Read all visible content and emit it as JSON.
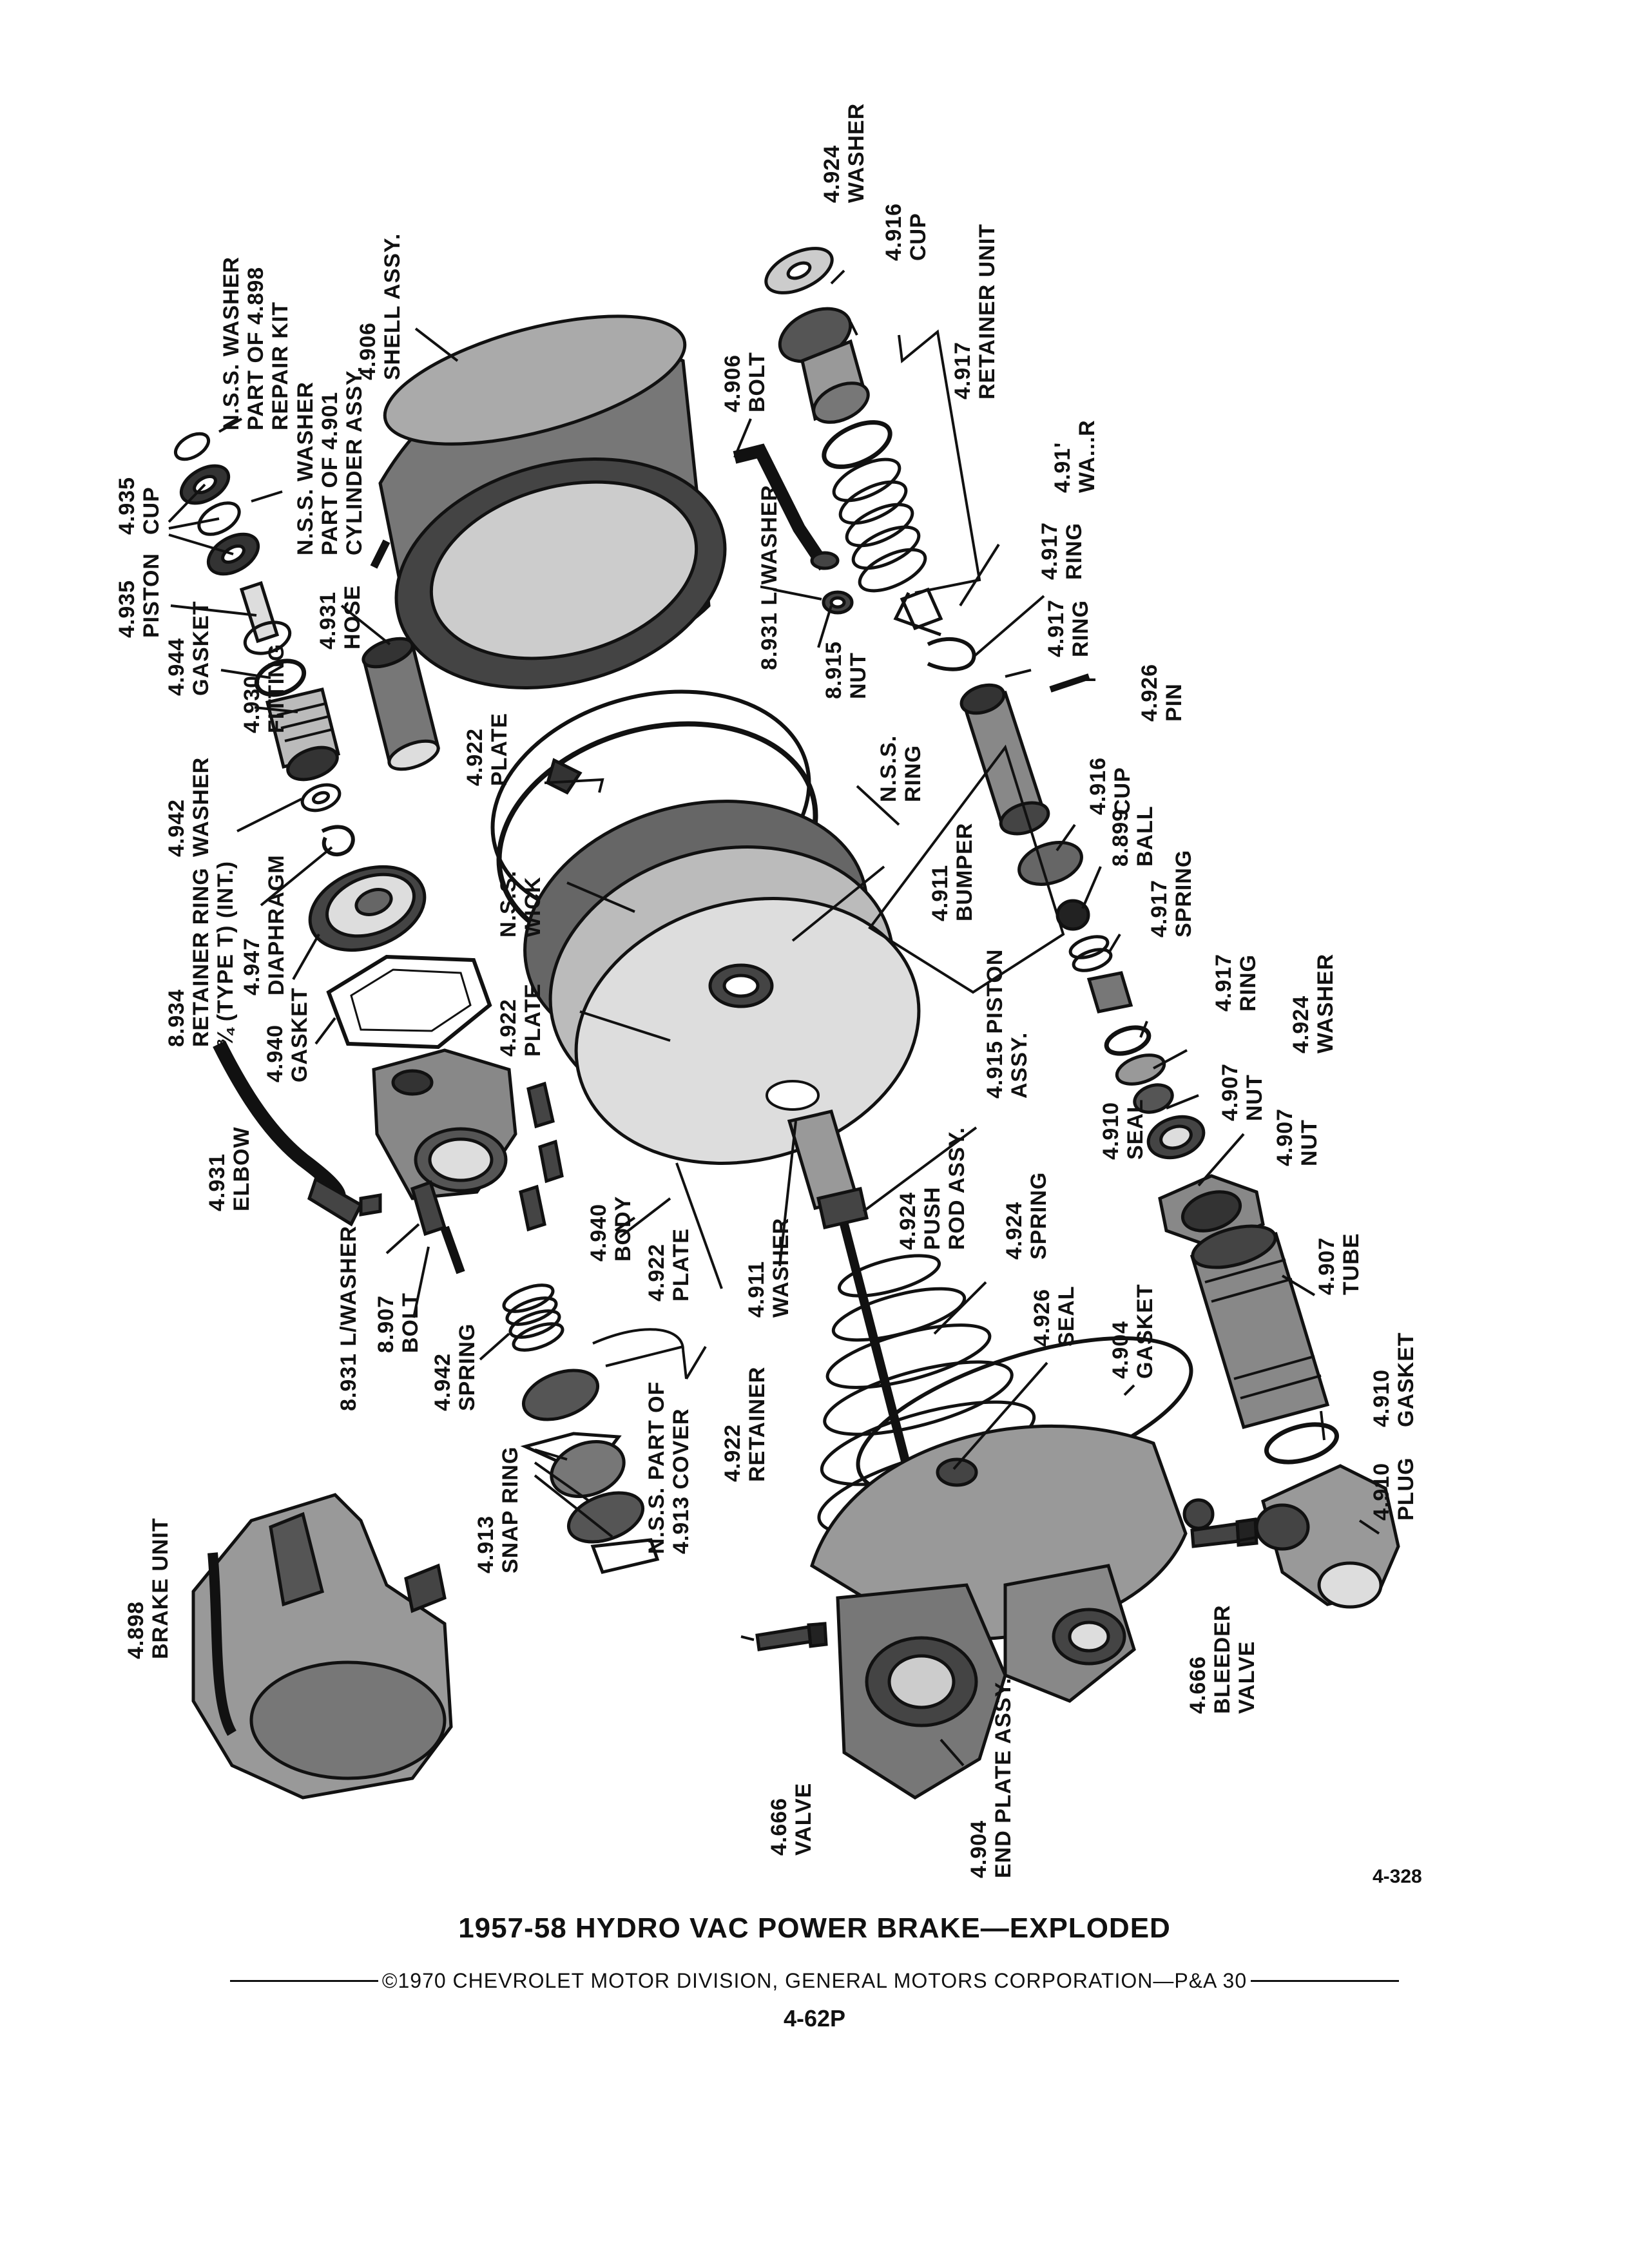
{
  "figure_number": "4-328",
  "title": "1957-58 HYDRO VAC POWER BRAKE—EXPLODED",
  "copyright": "©1970 CHEVROLET MOTOR DIVISION, GENERAL MOTORS CORPORATION—P&A 30",
  "page_number": "4-62P",
  "colors": {
    "ink": "#111111",
    "paper": "#ffffff"
  },
  "labels": {
    "nss_washer_repair": [
      "N.S.S. WASHER",
      "PART OF 4.898",
      "REPAIR KIT"
    ],
    "cup_4935": [
      "4.935",
      "CUP"
    ],
    "nss_washer_cyl": [
      "N.S.S. WASHER",
      "PART OF 4.901",
      "CYLINDER ASSY."
    ],
    "piston_4935": [
      "4.935",
      "PISTON"
    ],
    "gasket_4944": [
      "4.944",
      "GASKET"
    ],
    "fitting_4930": [
      "4.930",
      "FITTING"
    ],
    "hose_4931": [
      "4.931",
      "HOSE"
    ],
    "shell_4906": [
      "4.906",
      "SHELL ASSY."
    ],
    "washer_4942": [
      "4.942",
      "WASHER"
    ],
    "retainer_ring_8934": [
      "8.934",
      "RETAINER RING",
      "¾ (TYPE T) (INT.)"
    ],
    "diaphragm_4947": [
      "4.947",
      "DIAPHRAGM"
    ],
    "gasket_4940": [
      "4.940",
      "GASKET"
    ],
    "elbow_4931": [
      "4.931",
      "ELBOW"
    ],
    "body_4940": [
      "4.940",
      "BODY"
    ],
    "lwasher_8931_left": [
      "8.931 L/WASHER"
    ],
    "bolt_8907": [
      "8.907",
      "BOLT"
    ],
    "spring_4942": [
      "4.942",
      "SPRING"
    ],
    "snap_ring_4913": [
      "4.913",
      "SNAP RING"
    ],
    "nss_cover": [
      "N.S.S. PART OF",
      "4.913 COVER"
    ],
    "retainer_4922": [
      "4.922",
      "RETAINER"
    ],
    "brake_unit_4898": [
      "4.898",
      "BRAKE UNIT"
    ],
    "plate_4922_a": [
      "4.922",
      "PLATE"
    ],
    "nss_wick": [
      "N.S.S.",
      "WICK"
    ],
    "plate_4922_b": [
      "4.922",
      "PLATE"
    ],
    "plate_4922_c": [
      "4.922",
      "PLATE"
    ],
    "washer_4911": [
      "4.911",
      "WASHER"
    ],
    "bolt_4906": [
      "4.906",
      "BOLT"
    ],
    "lwasher_8931_mid": [
      "8.931 L/WASHER"
    ],
    "nut_8915": [
      "8.915",
      "NUT"
    ],
    "nss_ring": [
      "N.S.S.",
      "RING"
    ],
    "bumper_4911": [
      "4.911",
      "BUMPER"
    ],
    "piston_4915": [
      "4.915 PISTON",
      "ASSY."
    ],
    "push_rod_4924": [
      "4.924",
      "PUSH",
      "ROD ASSY."
    ],
    "spring_4924": [
      "4.924",
      "SPRING"
    ],
    "seal_4926": [
      "4.926",
      "SEAL"
    ],
    "gasket_4904": [
      "4.904",
      "GASKET"
    ],
    "valve_4666": [
      "4.666",
      "VALVE"
    ],
    "end_plate_4904": [
      "4.904",
      "END PLATE ASSY."
    ],
    "washer_4924_top": [
      "4.924",
      "WASHER"
    ],
    "cup_4916_top": [
      "4.916",
      "CUP"
    ],
    "retainer_unit_4917": [
      "4.917",
      "RETAINER UNIT"
    ],
    "washer_4911_partial": [
      "4.91'",
      "WA...R"
    ],
    "ring_4917_a": [
      "4.917",
      "RING"
    ],
    "ring_4917_b": [
      "4.917",
      "RING"
    ],
    "pin_4926": [
      "4.926",
      "PIN"
    ],
    "cup_4916_mid": [
      "4.916",
      "CUP"
    ],
    "ball_8899": [
      "8.899",
      "BALL"
    ],
    "spring_4917": [
      "4.917",
      "SPRING"
    ],
    "ring_4917_c": [
      "4.917",
      "RING"
    ],
    "washer_4924_mid": [
      "4.924",
      "WASHER"
    ],
    "seal_4910": [
      "4.910",
      "SEAL"
    ],
    "nut_4907_a": [
      "4.907",
      "NUT"
    ],
    "nut_4907_b": [
      "4.907",
      "NUT"
    ],
    "tube_4907": [
      "4.907",
      "TUBE"
    ],
    "gasket_4910": [
      "4.910",
      "GASKET"
    ],
    "plug_4910": [
      "4.910",
      "PLUG"
    ],
    "bleeder_4666": [
      "4.666",
      "BLEEDER",
      "VALVE"
    ]
  }
}
